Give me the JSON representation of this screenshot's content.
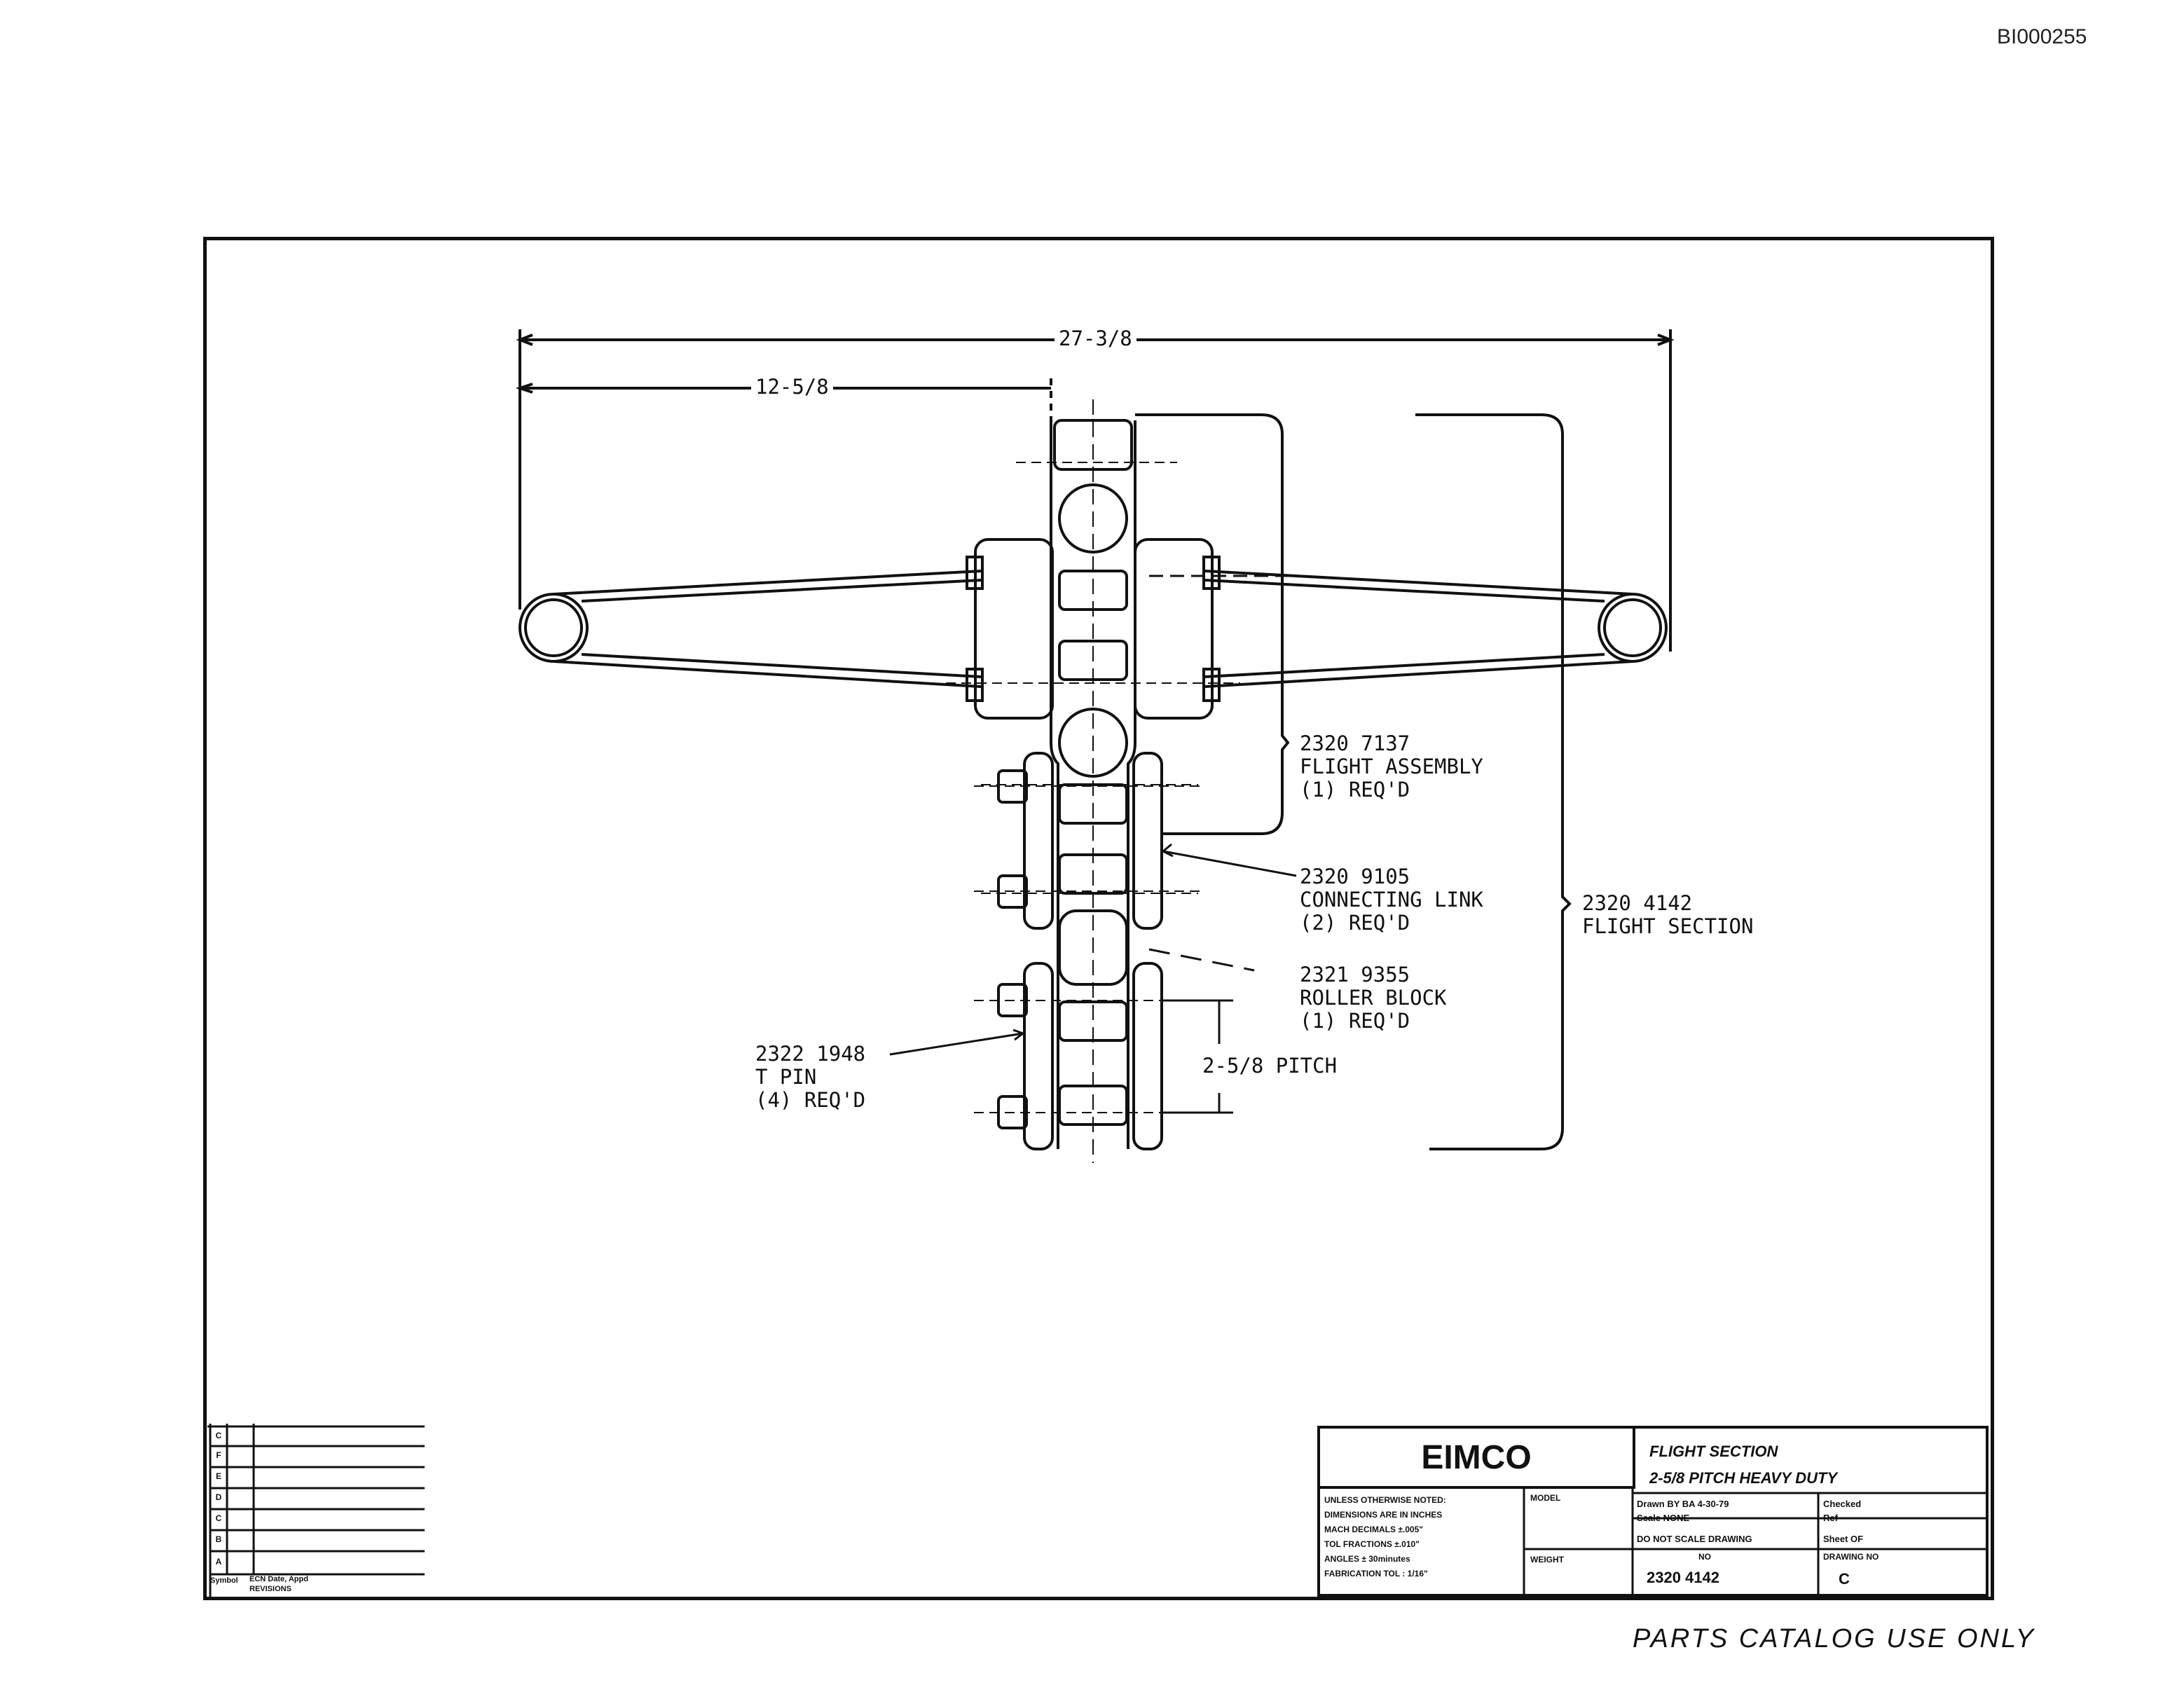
{
  "document_id": "BI000255",
  "footer": "PARTS CATALOG USE ONLY",
  "dimensions": {
    "overall": "27-3/8",
    "half": "12-5/8",
    "pitch": "2-5/8 PITCH"
  },
  "callouts": [
    {
      "part": "2320 7137",
      "name": "FLIGHT ASSEMBLY",
      "qty": "(1) REQ'D"
    },
    {
      "part": "2320 9105",
      "name": "CONNECTING LINK",
      "qty": "(2) REQ'D"
    },
    {
      "part": "2321 9355",
      "name": "ROLLER BLOCK",
      "qty": "(1) REQ'D"
    },
    {
      "part": "2322 1948",
      "name": "T PIN",
      "qty": "(4) REQ'D"
    },
    {
      "part": "2320 4142",
      "name": "FLIGHT SECTION",
      "qty": ""
    }
  ],
  "title_block": {
    "company": "EIMCO",
    "title_line1": "FLIGHT SECTION",
    "title_line2": "2-5/8 PITCH HEAVY DUTY",
    "notes": [
      "UNLESS OTHERWISE NOTED:",
      "DIMENSIONS ARE IN INCHES",
      "MACH  DECIMALS ±.005\"",
      "TOL   FRACTIONS ±.010\"",
      "      ANGLES ± 30minutes",
      "FABRICATION TOL : 1/16\""
    ],
    "model_label": "MODEL",
    "weight_label": "WEIGHT",
    "drawn_by": "Drawn BY BA 4-30-79",
    "checked_by": "Checked",
    "scale": "Scale NONE",
    "ref": "Ref",
    "do_not_scale": "DO NOT SCALE DRAWING",
    "sheet": "Sheet     OF",
    "no_label": "NO",
    "drawing_no_label": "DRAWING NO",
    "part_number": "2320 4142",
    "rev": "C"
  },
  "revisions": {
    "letters": [
      "C",
      "F",
      "E",
      "D",
      "C",
      "B",
      "A"
    ],
    "caption": "REVISIONS",
    "caption_sub": "ECN Date, Appd",
    "symbol_label": "Symbol"
  }
}
